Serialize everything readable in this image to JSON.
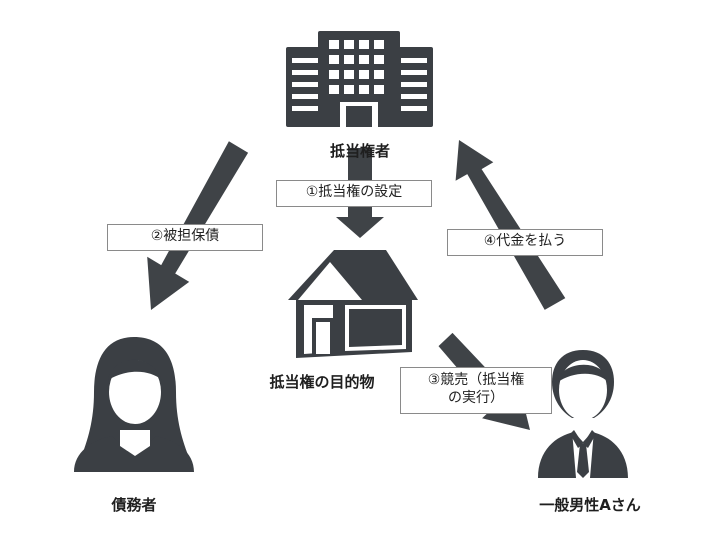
{
  "colors": {
    "icon": "#3b3f44",
    "arrow": "#3f4347",
    "label_border": "#8a8a8a"
  },
  "nodes": {
    "mortgagee": {
      "label": "抵当権者",
      "icon": "office-building-icon"
    },
    "collateral": {
      "label": "抵当権の目的物",
      "icon": "house-icon"
    },
    "debtor": {
      "label": "債務者",
      "icon": "woman-avatar-icon"
    },
    "buyer": {
      "label": "一般男性Aさん",
      "icon": "businessman-avatar-icon"
    }
  },
  "edges": {
    "set_mortgage": {
      "label": "①抵当権の設定"
    },
    "secured_debt": {
      "label": "②被担保債"
    },
    "auction": {
      "label_line1": "③競売（抵当権",
      "label_line2": "の実行）"
    },
    "payment": {
      "label": "④代金を払う"
    }
  }
}
